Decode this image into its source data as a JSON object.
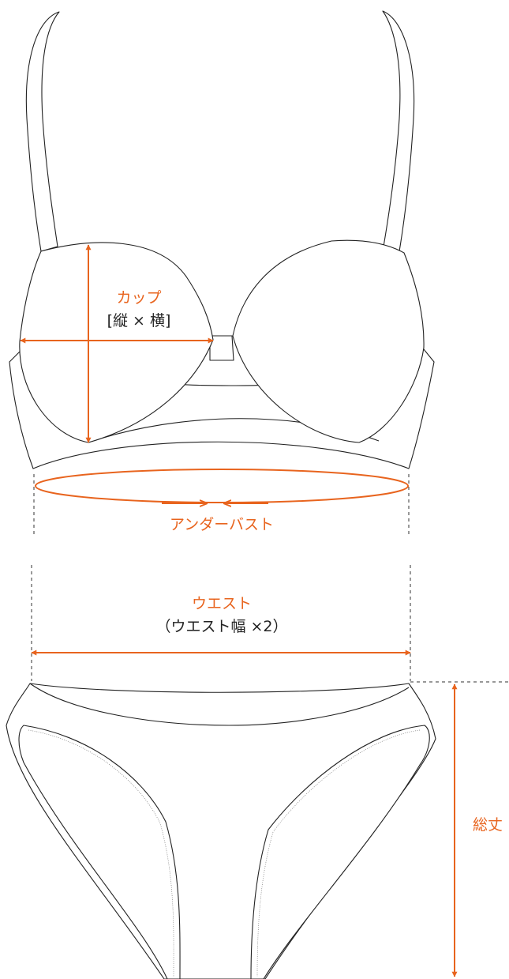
{
  "colors": {
    "accent": "#e8641e",
    "outline": "#222222",
    "text": "#222222"
  },
  "labels": {
    "cup_title": "カップ",
    "cup_sub": "[縦 × 横]",
    "under_bust": "アンダーバスト",
    "waist_title": "ウエスト",
    "waist_sub": "（ウエスト幅 ×2）",
    "total_length": "総丈"
  }
}
